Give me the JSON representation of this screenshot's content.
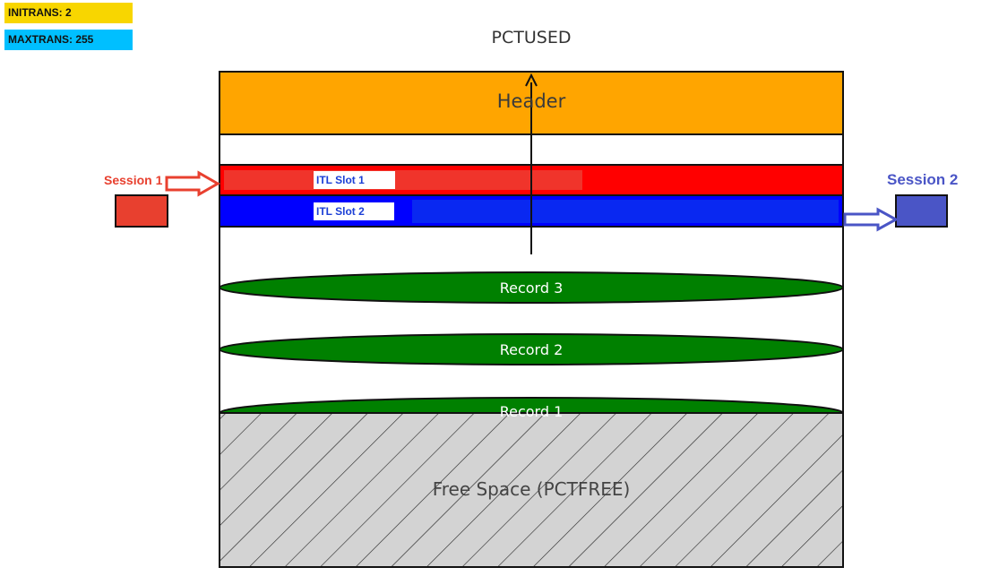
{
  "params": {
    "initrans": "INITRANS: 2",
    "maxtrans": "MAXTRANS: 255"
  },
  "pctused_label": "PCTUSED",
  "block": {
    "header": "Header",
    "itl_slots": [
      "ITL Slot 1",
      "ITL Slot 2"
    ],
    "records": [
      "Record 3",
      "Record 2",
      "Record 1"
    ],
    "free_space": "Free Space (PCTFREE)"
  },
  "sessions": {
    "session1": "Session 1",
    "session2": "Session 2"
  },
  "colors": {
    "initrans": "#f8d600",
    "maxtrans": "#00bfff",
    "header": "#ffa500",
    "itl_slot_1": "#ff0000",
    "itl_slot_2": "#0000ff",
    "record": "#008000",
    "free_space": "#d3d3d3",
    "session1": "#e8402f",
    "session2": "#4a55c6"
  }
}
